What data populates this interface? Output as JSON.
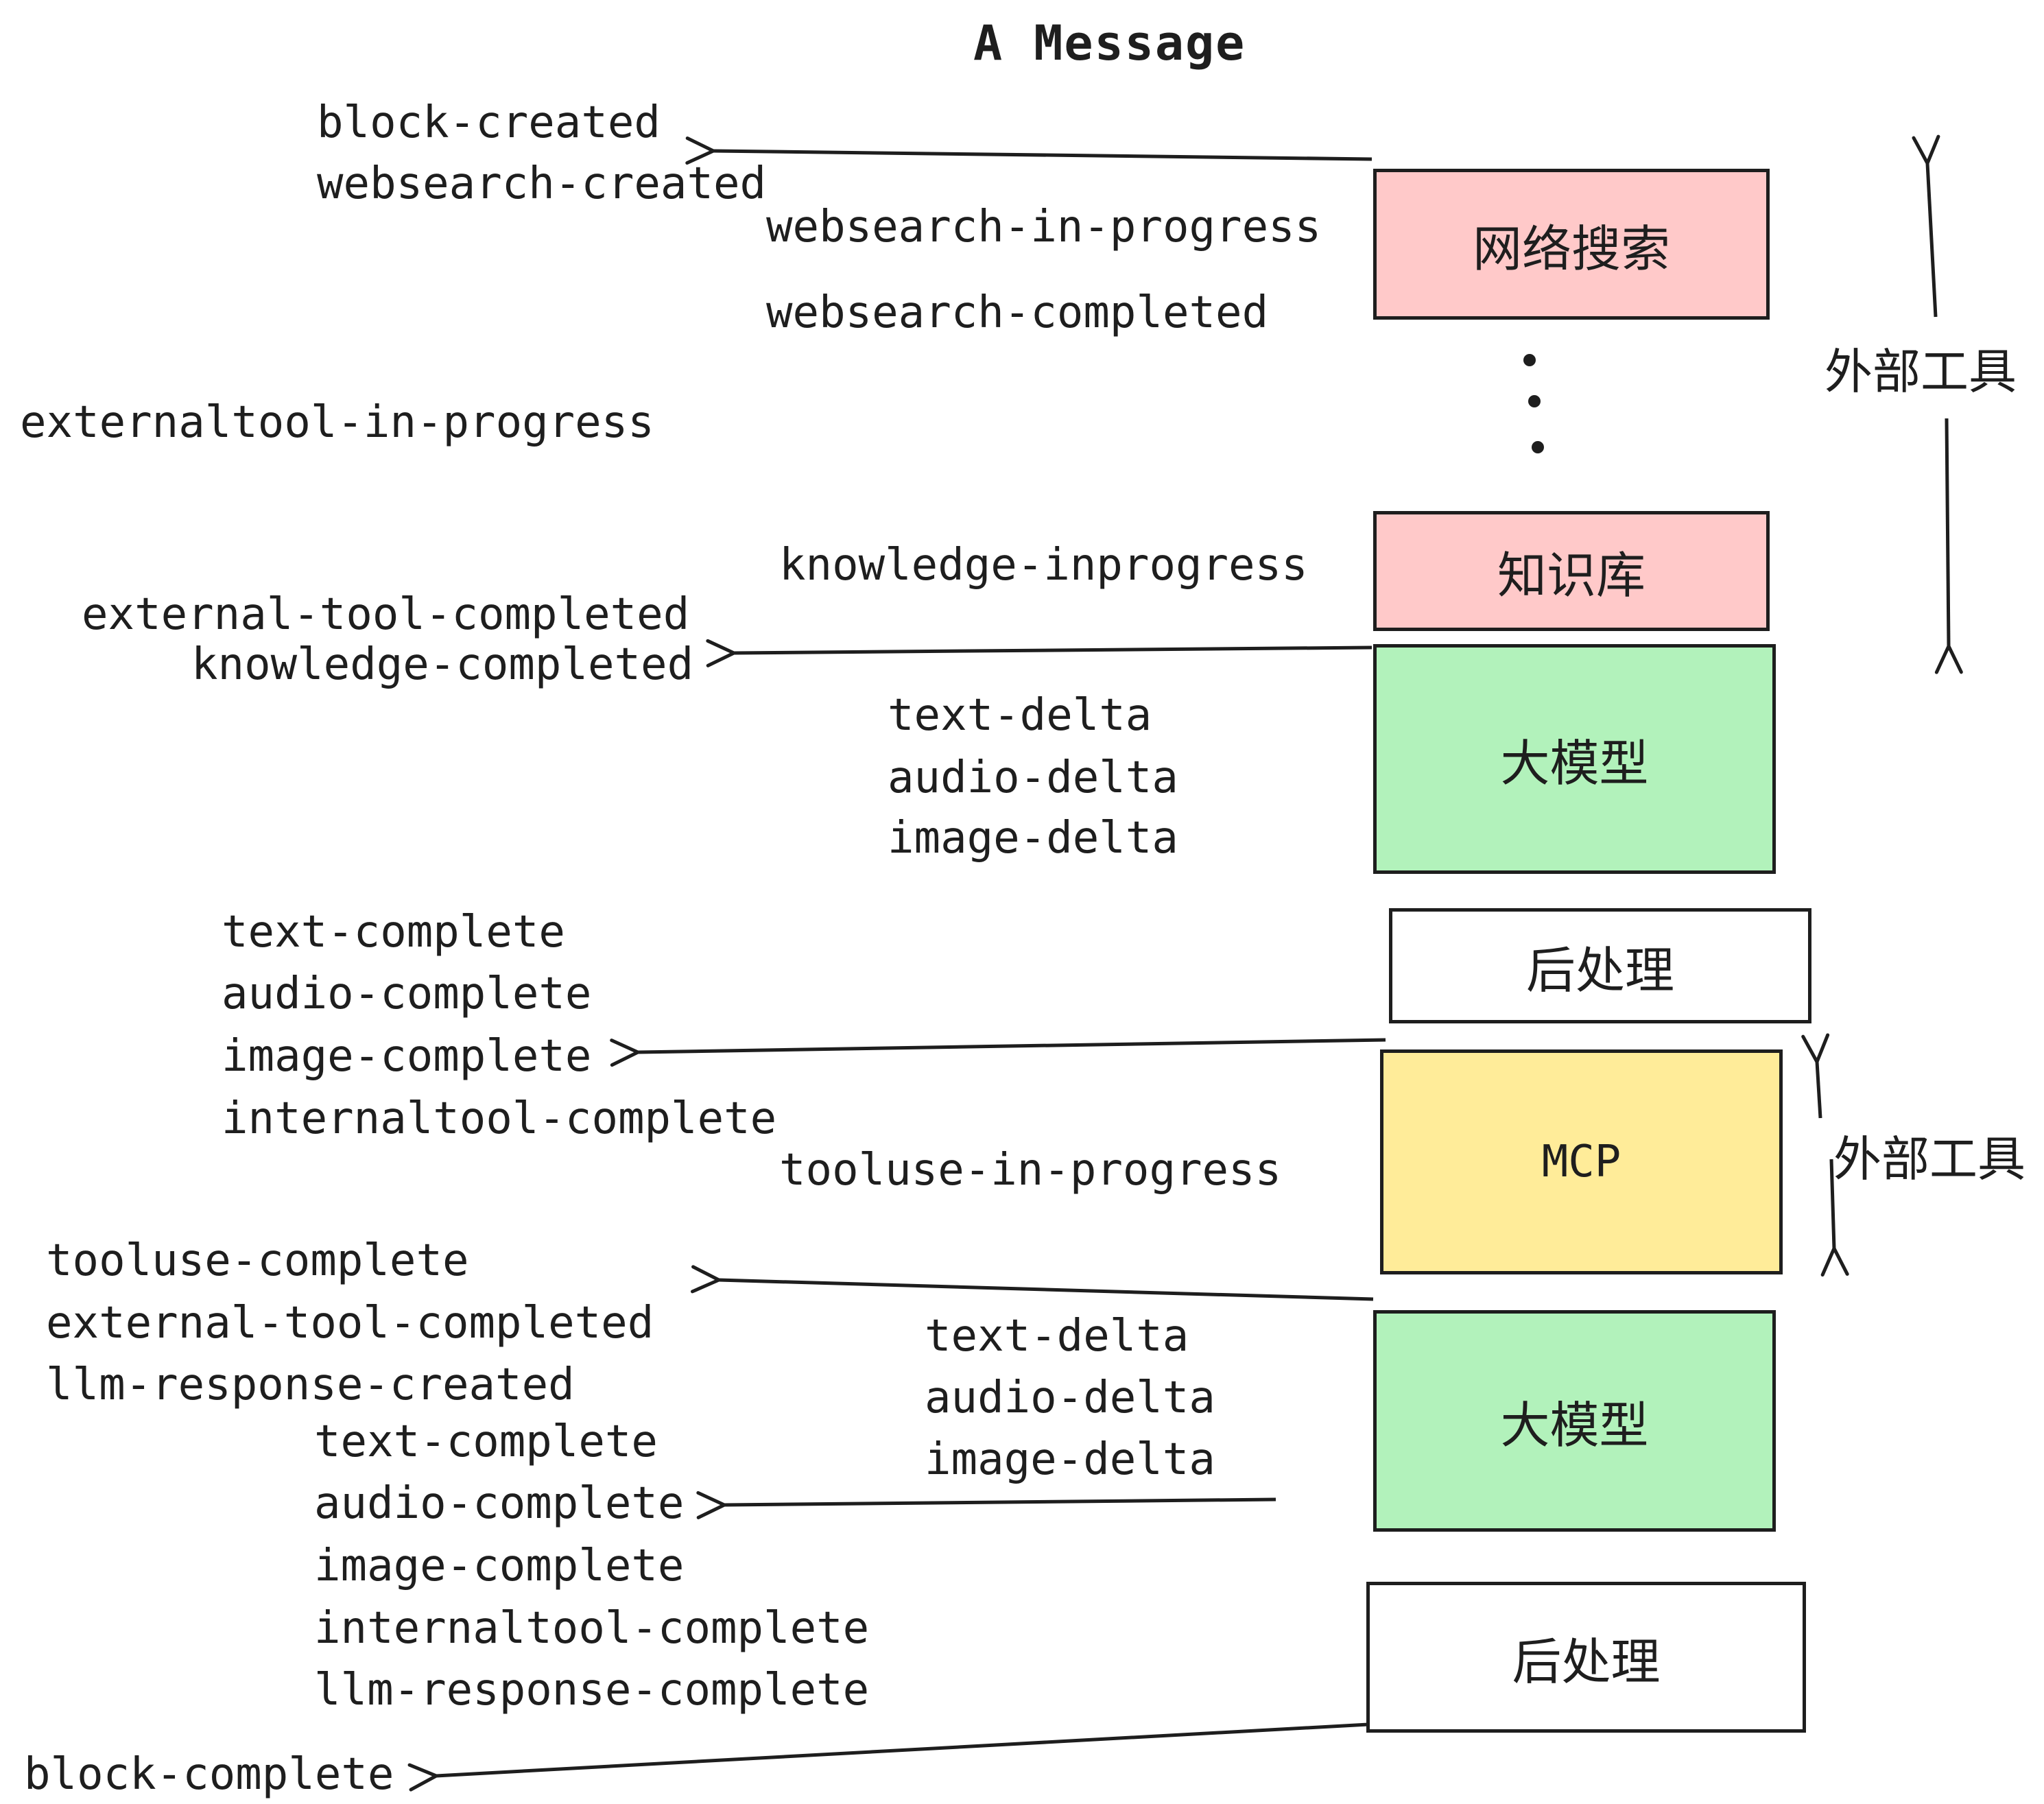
{
  "title": "A Message",
  "events": {
    "block_created": "block-created",
    "websearch_created": "websearch-created",
    "websearch_in_progress": "websearch-in-progress",
    "websearch_completed": "websearch-completed",
    "externaltool_in_progress": "externaltool-in-progress",
    "knowledge_inprogress": "knowledge-inprogress",
    "external_tool_completed": "external-tool-completed",
    "knowledge_completed": "knowledge-completed",
    "text_delta": "text-delta",
    "audio_delta": "audio-delta",
    "image_delta": "image-delta",
    "text_complete": "text-complete",
    "audio_complete": "audio-complete",
    "image_complete": "image-complete",
    "internaltool_complete": "internaltool-complete",
    "tooluse_in_progress": "tooluse-in-progress",
    "tooluse_complete": "tooluse-complete",
    "llm_response_created": "llm-response-created",
    "llm_response_complete": "llm-response-complete",
    "block_complete": "block-complete"
  },
  "boxes": {
    "web_search": {
      "label": "网络搜索",
      "fill": "#ffc9c9"
    },
    "knowledge_base": {
      "label": "知识库",
      "fill": "#ffc9c9"
    },
    "llm_top": {
      "label": "大模型",
      "fill": "#b2f2bb"
    },
    "post_process_top": {
      "label": "后处理",
      "fill": "#ffffff"
    },
    "mcp": {
      "label": "MCP",
      "fill": "#ffec99"
    },
    "llm_bottom": {
      "label": "大模型",
      "fill": "#b2f2bb"
    },
    "post_process_bottom": {
      "label": "后处理",
      "fill": "#ffffff"
    }
  },
  "side_labels": {
    "external_tools_top": "外部工具",
    "external_tools_mid": "外部工具"
  },
  "colors": {
    "stroke": "#1e1e1e",
    "pink": "#ffc9c9",
    "green": "#b2f2bb",
    "yellow": "#ffec99",
    "white": "#ffffff"
  }
}
